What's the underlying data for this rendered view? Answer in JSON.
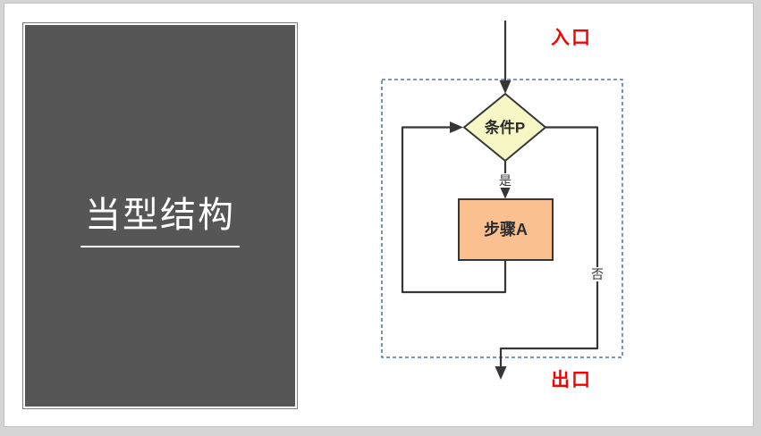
{
  "slide": {
    "panel": {
      "title": "当型结构"
    },
    "flowchart": {
      "entry_label": "入口",
      "exit_label": "出口",
      "condition": "条件P",
      "step": "步骤A",
      "yes": "是",
      "no": "否"
    },
    "colors": {
      "red_label": "#fa0000",
      "diamond_fill": "#f7f7c6",
      "step_fill": "#fac090",
      "flow_line": "#363636",
      "dashed_border": "#2b5aa0",
      "panel_background": "#565656"
    }
  }
}
